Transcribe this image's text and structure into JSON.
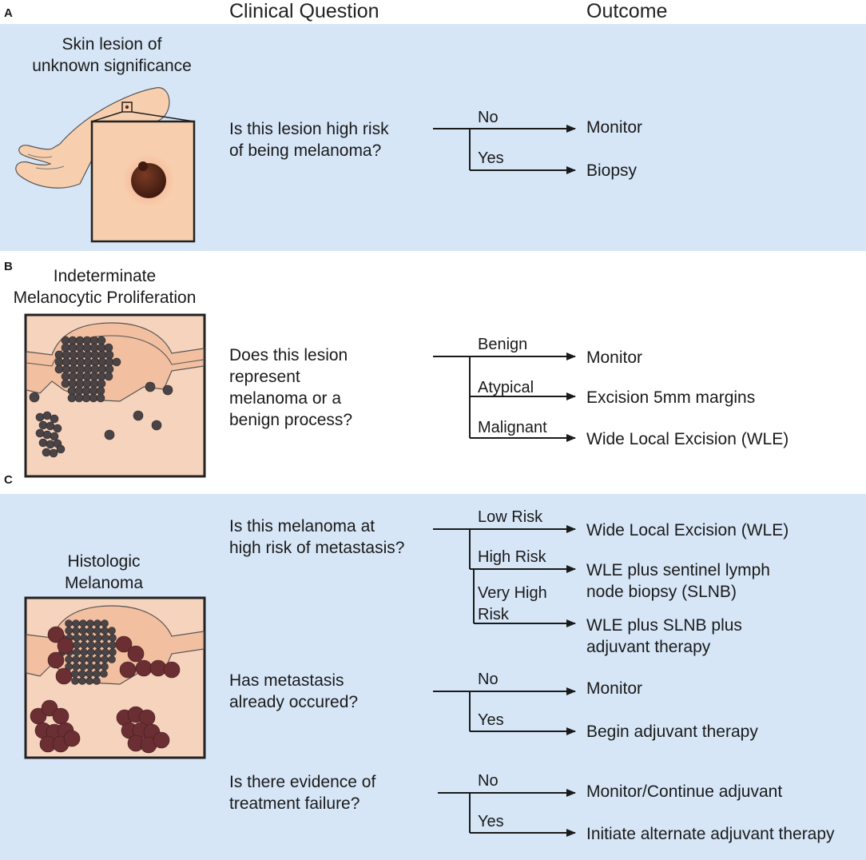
{
  "headers": {
    "clinical_question": "Clinical Question",
    "outcome": "Outcome"
  },
  "panels": {
    "a": {
      "letter": "A",
      "image_title_1": "Skin lesion of",
      "image_title_2": "unknown significance",
      "question_1": "Is this lesion high risk",
      "question_2": "of being melanoma?",
      "branches": [
        {
          "label": "No",
          "outcome": "Monitor"
        },
        {
          "label": "Yes",
          "outcome": "Biopsy"
        }
      ]
    },
    "b": {
      "letter": "B",
      "image_title_1": "Indeterminate",
      "image_title_2": "Melanocytic Proliferation",
      "question": [
        "Does this lesion",
        "represent",
        "melanoma or a",
        "benign process?"
      ],
      "branches": [
        {
          "label": "Benign",
          "outcome": "Monitor"
        },
        {
          "label": "Atypical",
          "outcome": "Excision 5mm margins"
        },
        {
          "label": "Malignant",
          "outcome": "Wide Local Excision (WLE)"
        }
      ]
    },
    "c": {
      "letter": "C",
      "image_title_1": "Histologic",
      "image_title_2": "Melanoma",
      "q1": {
        "question_1": "Is this melanoma at",
        "question_2": "high risk of metastasis?",
        "branches": [
          {
            "label": "Low Risk",
            "outcome": "Wide Local Excision (WLE)"
          },
          {
            "label": "High Risk",
            "outcome_1": "WLE plus sentinel lymph",
            "outcome_2": "node biopsy (SLNB)"
          },
          {
            "label_1": "Very High",
            "label_2": "Risk",
            "outcome_1": "WLE plus SLNB plus",
            "outcome_2": "adjuvant therapy"
          }
        ]
      },
      "q2": {
        "question_1": "Has metastasis",
        "question_2": "already occured?",
        "branches": [
          {
            "label": "No",
            "outcome": "Monitor"
          },
          {
            "label": "Yes",
            "outcome": "Begin adjuvant therapy"
          }
        ]
      },
      "q3": {
        "question_1": "Is there evidence of",
        "question_2": "treatment failure?",
        "branches": [
          {
            "label": "No",
            "outcome": "Monitor/Continue adjuvant"
          },
          {
            "label": "Yes",
            "outcome": "Initiate alternate adjuvant therapy"
          }
        ]
      }
    }
  },
  "colors": {
    "panel_background": "#d6e6f7",
    "skin": "#f8cfae",
    "lesion": "#5a2a1a",
    "dermis": "#f6d3bd",
    "nevus_cell": "#4a4446",
    "melanoma_cell": "#6b2f33"
  }
}
